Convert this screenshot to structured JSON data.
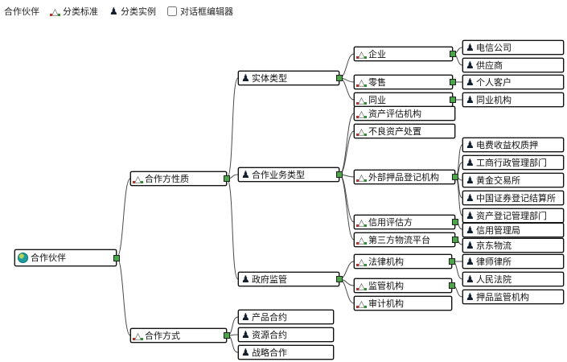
{
  "toolbar": {
    "partner_label": "合作伙伴",
    "standard_label": "分类标准",
    "instance_label": "分类实例",
    "dialog_editor_label": "对话框编辑器"
  },
  "icons": {
    "standard_glyph": "△",
    "instance_glyph": "♟"
  },
  "colors": {
    "node_border": "#141414",
    "link_line": "#4a4a4a",
    "handle_green": "#49a649",
    "root_icon_teal": "#1f9ea1",
    "instance_icon_navy": "#141f2e",
    "standard_dot_red": "#b83326",
    "standard_dot_green": "#2f8f2f"
  },
  "tree": {
    "root": {
      "label": "合作伙伴",
      "type": "root"
    },
    "partner_nature": {
      "label": "合作方性质",
      "type": "standard"
    },
    "partner_mode": {
      "label": "合作方式",
      "type": "standard"
    },
    "entity_type": {
      "label": "实体类型",
      "type": "instance"
    },
    "business_type": {
      "label": "合作业务类型",
      "type": "instance"
    },
    "gov_regulation": {
      "label": "政府监管",
      "type": "instance"
    },
    "product_contract": {
      "label": "产品合约",
      "type": "instance"
    },
    "resource_contract": {
      "label": "资源合约",
      "type": "instance"
    },
    "strategic_coop": {
      "label": "战略合作",
      "type": "instance"
    },
    "enterprise": {
      "label": "企业",
      "type": "standard"
    },
    "retail": {
      "label": "零售",
      "type": "standard"
    },
    "interbank": {
      "label": "同业",
      "type": "standard"
    },
    "asset_evaluation": {
      "label": "资产评估机构",
      "type": "standard"
    },
    "bad_asset_disposal": {
      "label": "不良资产处置",
      "type": "standard"
    },
    "external_pledge_registry": {
      "label": "外部押品登记机构",
      "type": "standard"
    },
    "credit_evaluator": {
      "label": "信用评估方",
      "type": "standard"
    },
    "third_party_logistics": {
      "label": "第三方物流平台",
      "type": "standard"
    },
    "legal_institution": {
      "label": "法律机构",
      "type": "standard"
    },
    "regulatory_institution": {
      "label": "监管机构",
      "type": "standard"
    },
    "audit_institution": {
      "label": "审计机构",
      "type": "standard"
    },
    "telecom_company": {
      "label": "电信公司",
      "type": "instance"
    },
    "supplier": {
      "label": "供应商",
      "type": "instance"
    },
    "personal_customer": {
      "label": "个人客户",
      "type": "instance"
    },
    "interbank_org": {
      "label": "同业机构",
      "type": "instance"
    },
    "electricity_fee_pledge": {
      "label": "电费收益权质押",
      "type": "instance"
    },
    "industry_commerce_admin": {
      "label": "工商行政管理部门",
      "type": "instance"
    },
    "gold_exchange": {
      "label": "黄金交易所",
      "type": "instance"
    },
    "china_securities_depository": {
      "label": "中国证券登记结算所",
      "type": "instance"
    },
    "asset_registry_admin": {
      "label": "资产登记管理部门",
      "type": "instance"
    },
    "credit_bureau": {
      "label": "信用管理局",
      "type": "instance"
    },
    "jd_logistics": {
      "label": "京东物流",
      "type": "instance"
    },
    "law_firm": {
      "label": "律师律所",
      "type": "instance"
    },
    "peoples_court": {
      "label": "人民法院",
      "type": "instance"
    },
    "pledge_regulator": {
      "label": "押品监管机构",
      "type": "instance"
    }
  }
}
